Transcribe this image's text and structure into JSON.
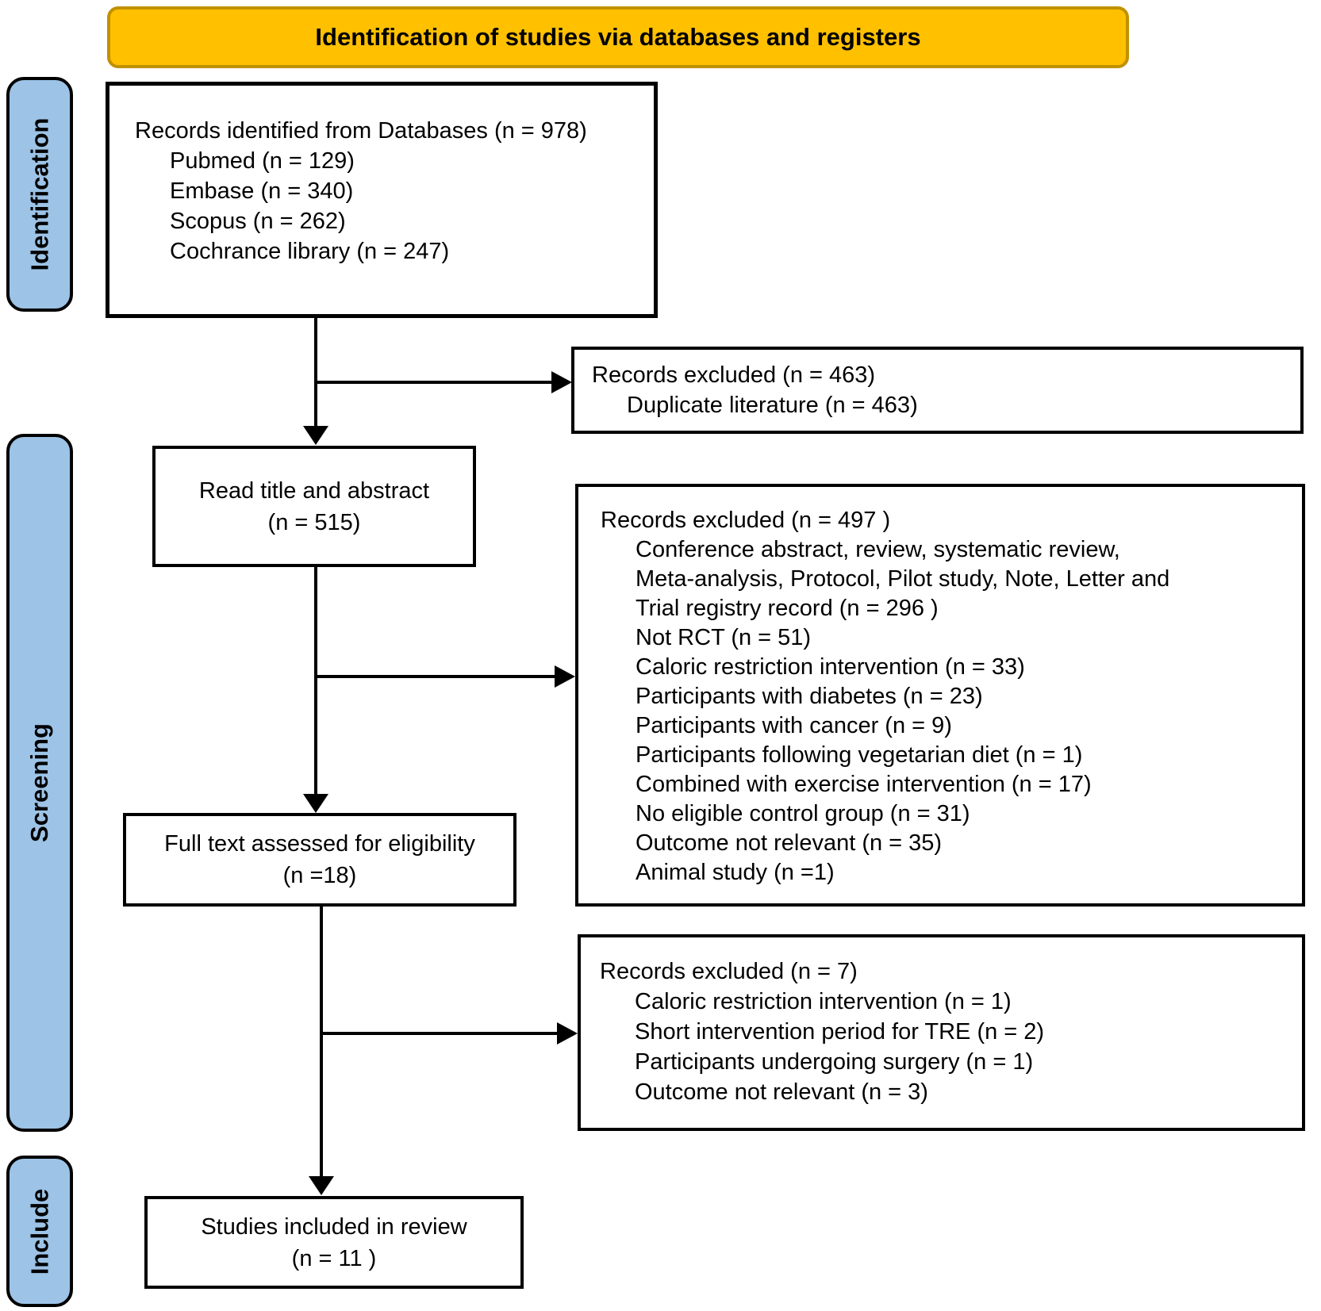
{
  "header": {
    "title": "Identification of studies via databases and registers"
  },
  "stages": {
    "identification": "Identification",
    "screening": "Screening",
    "include": "Include"
  },
  "flow": {
    "identified": {
      "title": "Records identified from Databases (n = 978)",
      "items": [
        "Pubmed (n = 129)",
        "Embase (n = 340)",
        "Scopus (n = 262)",
        "Cochrance library (n = 247)"
      ]
    },
    "excluded_duplicates": {
      "title": "Records excluded (n = 463)",
      "items": [
        "Duplicate literature (n = 463)"
      ]
    },
    "title_abstract": {
      "title": "Read title and abstract",
      "count": "(n = 515)"
    },
    "excluded_screening": {
      "title": "Records excluded (n = 497 )",
      "items": [
        "Conference abstract, review, systematic review,\nMeta-analysis, Protocol, Pilot study, Note, Letter and\nTrial registry record (n = 296 )",
        "Not RCT (n = 51)",
        "Caloric restriction intervention (n = 33)",
        "Participants with diabetes (n = 23)",
        "Participants with cancer (n = 9)",
        "Participants following vegetarian diet (n = 1)",
        "Combined with exercise intervention (n = 17)",
        "No eligible control group (n = 31)",
        "Outcome not relevant (n = 35)",
        "Animal study (n =1)"
      ]
    },
    "full_text": {
      "title": "Full text assessed for eligibility",
      "count": "(n =18)"
    },
    "excluded_full_text": {
      "title": "Records excluded (n = 7)",
      "items": [
        "Caloric restriction intervention (n = 1)",
        "Short intervention period for TRE (n = 2)",
        "Participants undergoing surgery (n = 1)",
        "Outcome not relevant (n = 3)"
      ]
    },
    "included": {
      "title": "Studies included in review",
      "count": "(n = 11 )"
    }
  },
  "colors": {
    "header_fill": "#FFC000",
    "header_border": "#C09100",
    "stage_fill": "#9DC3E6",
    "stage_border": "#000000",
    "box_border": "#000000",
    "text": "#000000"
  }
}
